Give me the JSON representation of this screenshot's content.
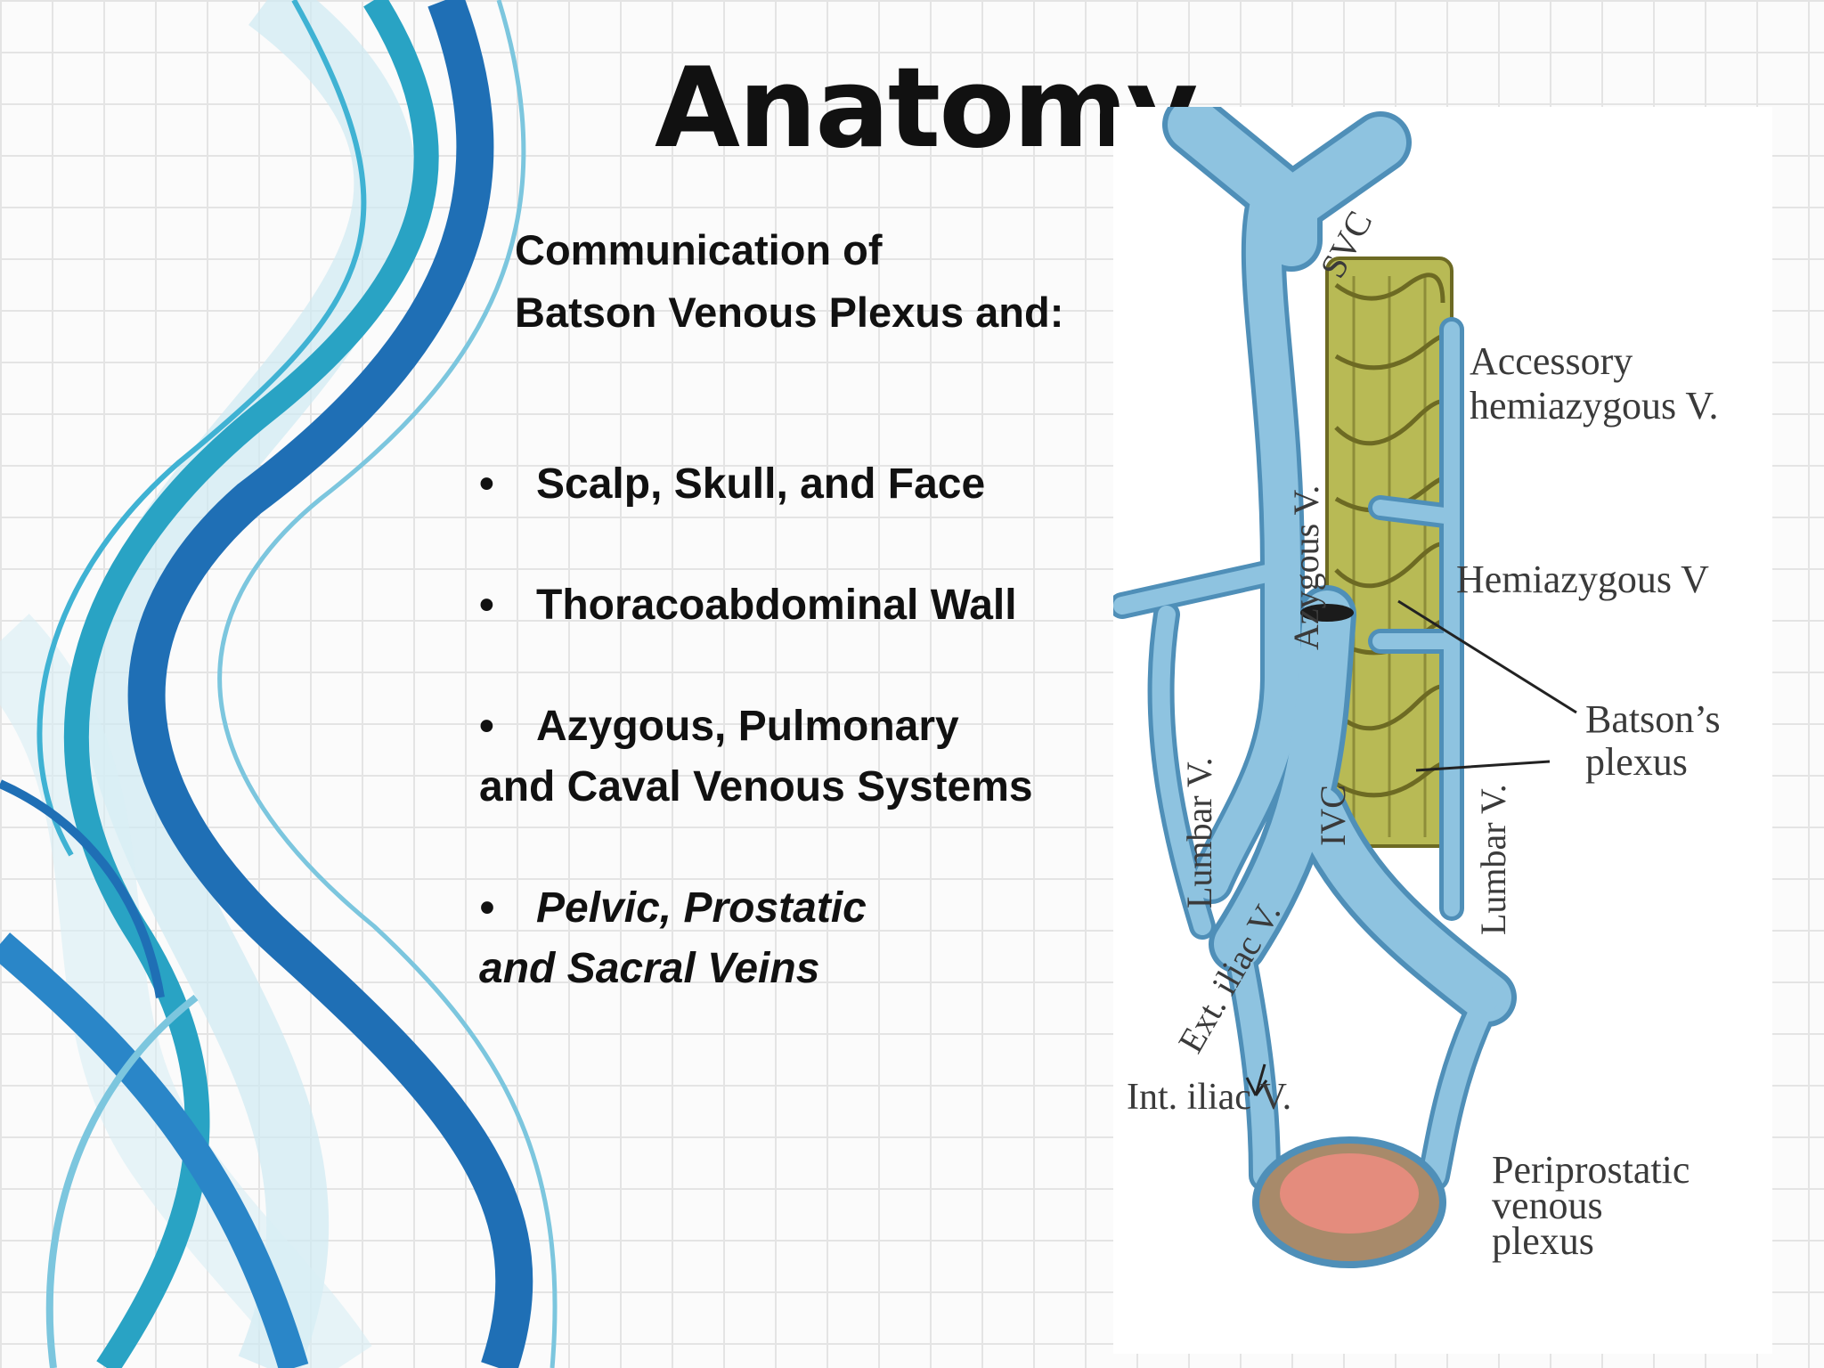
{
  "title": "Anatomy",
  "subtitle": {
    "line1": "Communication of",
    "line2": "Batson Venous Plexus and:"
  },
  "bullets": [
    {
      "line1": "Scalp, Skull, and Face",
      "line2": "",
      "italic": false
    },
    {
      "line1": "Thoracoabdominal Wall",
      "line2": "",
      "italic": false
    },
    {
      "line1": "Azygous, Pulmonary",
      "line2": "and Caval Venous  Systems",
      "italic": false
    },
    {
      "line1": "Pelvic, Prostatic",
      "line2": "and Sacral Veins",
      "italic": true
    }
  ],
  "bullet_glyph": "•",
  "figure": {
    "labels": {
      "svc": "SVC",
      "accessory_1": "Accessory",
      "accessory_2": "hemiazygous V.",
      "azygous": "Azygous V.",
      "hemiazygous": "Hemiazygous V",
      "batsons_1": "Batson’s",
      "batsons_2": "plexus",
      "lumbar_left": "Lumbar V.",
      "ivc": "IVC",
      "lumbar_right": "Lumbar V.",
      "ext_iliac": "Ext. iliac V.",
      "int_iliac": "Int. iliac V.",
      "peri_1": "Periprostatic",
      "peri_2": "venous",
      "peri_3": "plexus"
    },
    "colors": {
      "vein": "#8ec3e0",
      "vein_outline": "#4f8fb8",
      "plexus": "#b8ba55",
      "plexus_outline": "#6d6a23",
      "prostate": "#e48c7d"
    }
  },
  "colors": {
    "ribbon_dark": "#1f6fb5",
    "ribbon_teal": "#29a3c4",
    "ribbon_light": "#bfe3ef"
  }
}
